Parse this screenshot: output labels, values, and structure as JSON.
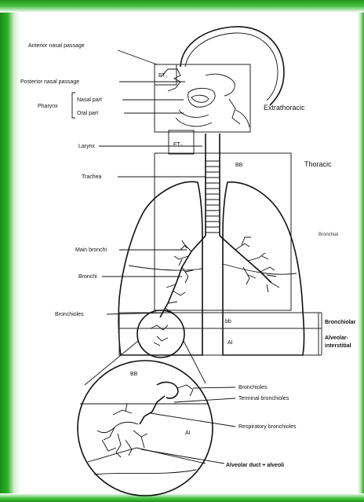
{
  "labels": {
    "anterior_nasal_passage": "Anterior nasal passage",
    "posterior_nasal_passage": "Posterior nasal passage",
    "pharynx": "Pharynx",
    "nasal_part": "Nasal part",
    "oral_part": "Oral part",
    "larynx": "Larynx",
    "trachea": "Trachea",
    "main_bronchi": "Main bronchi",
    "bronchi": "Bronchi",
    "bronchioles": "Bronchioles",
    "extrathoracic": "Extrathoracic",
    "thoracic": "Thoracic",
    "bronchial": "Bronchial",
    "bronchiolar": "Bronchiolar",
    "alveolar_interstitial_1": "Alveolar-",
    "alveolar_interstitial_2": "interstitial",
    "et1": "ET₁",
    "et2": "ET₂",
    "bb": "BB",
    "bb_circle": "BB",
    "bb_lower": "bb",
    "ai": "AI",
    "ai_circle": "AI",
    "zoom_bronchioles": "Bronchioles",
    "terminal_bronchioles": "Terminal bronchioles",
    "respiratory_bronchioles": "Respiratory bronchioles",
    "alveolar_duct": "Alveolar duct + alveoli"
  },
  "colors": {
    "frame_green": "#2fb52a",
    "ink": "#111111"
  }
}
